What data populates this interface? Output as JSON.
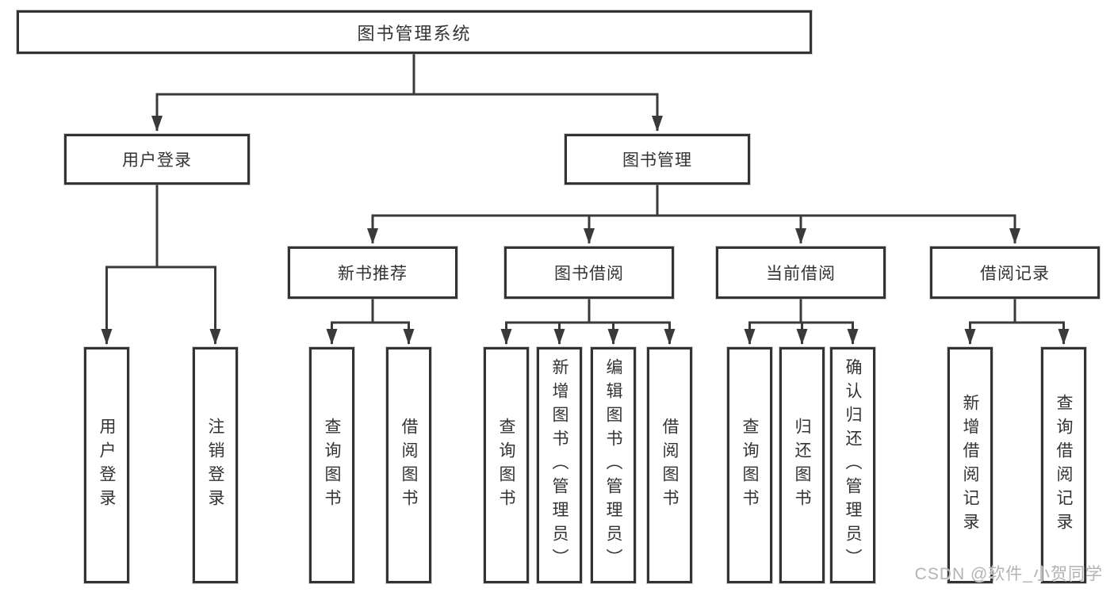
{
  "tree": {
    "root": {
      "label": "图书管理系统"
    },
    "branches": [
      {
        "label": "用户登录",
        "leaves": [
          {
            "label": "用户登录"
          },
          {
            "label": "注销登录"
          }
        ]
      },
      {
        "label": "图书管理",
        "groups": [
          {
            "label": "新书推荐",
            "leaves": [
              {
                "label": "查询图书"
              },
              {
                "label": "借阅图书"
              }
            ]
          },
          {
            "label": "图书借阅",
            "leaves": [
              {
                "label": "查询图书"
              },
              {
                "label": "新增图书（管理员）"
              },
              {
                "label": "编辑图书（管理员）"
              },
              {
                "label": "借阅图书"
              }
            ]
          },
          {
            "label": "当前借阅",
            "leaves": [
              {
                "label": "查询图书"
              },
              {
                "label": "归还图书"
              },
              {
                "label": "确认归还（管理员）"
              }
            ]
          },
          {
            "label": "借阅记录",
            "leaves": [
              {
                "label": "新增借阅记录"
              },
              {
                "label": "查询借阅记录"
              }
            ]
          }
        ]
      }
    ]
  },
  "watermark": {
    "text": "CSDN @软件_小贺同学"
  },
  "colors": {
    "line": "#3a3a3a",
    "box_border": "#333333",
    "text": "#333333",
    "watermark_text": "#b3b3b3",
    "background": "#ffffff"
  }
}
